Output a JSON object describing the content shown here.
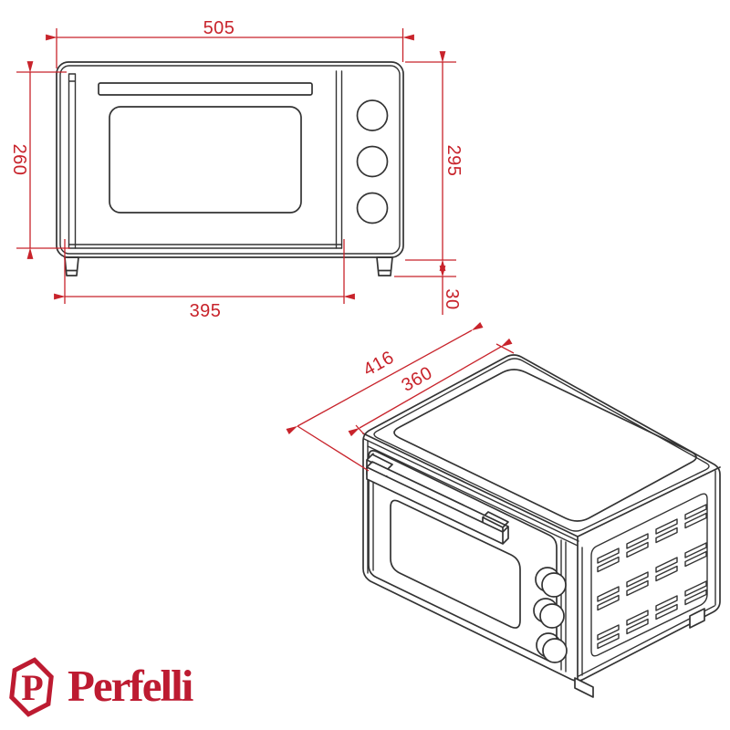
{
  "front_view": {
    "description": "oven front elevation drawing",
    "dims": {
      "overall_width": "505",
      "door_height": "260",
      "overall_height": "295",
      "base_width": "395",
      "foot_height": "30"
    }
  },
  "iso_view": {
    "description": "oven isometric projection drawing",
    "dims": {
      "depth_total": "416",
      "depth_top": "360"
    }
  },
  "logo": {
    "badge_letter": "P",
    "brand": "Perfelli"
  },
  "colors": {
    "dimension_red": "#c8232b",
    "logo_red": "#bd1b31",
    "line_dark": "#333333"
  }
}
